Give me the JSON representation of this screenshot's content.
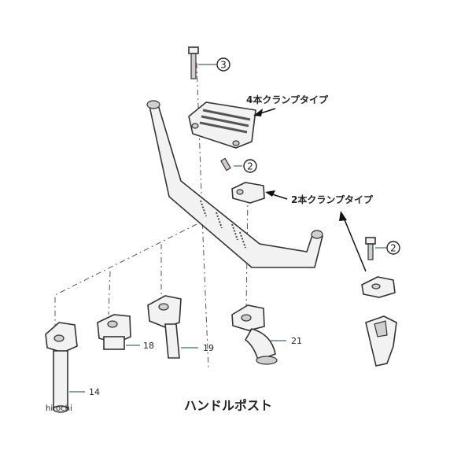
{
  "title": "ハンドルポスト",
  "watermark": "hirochi",
  "callouts": {
    "four_clamp": "4本クランプタイプ",
    "two_clamp": "2本クランプタイプ"
  },
  "ref_numbers": {
    "bolt_top": "3",
    "bolt_mid": "2",
    "bolt_right": "2",
    "post_14": "14",
    "post_18": "18",
    "post_19": "19",
    "post_21": "21"
  }
}
